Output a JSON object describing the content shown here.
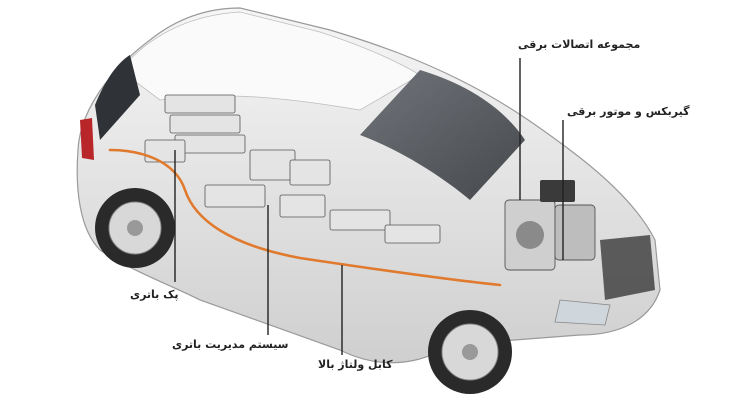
{
  "labels": {
    "electrical_connections": "مجموعه اتصالات برقی",
    "gearbox_motor": "گیربکس و موتور برقی",
    "battery_pack": "پک باتری",
    "battery_management": "سیستم مدیریت باتری",
    "high_voltage_cable": "کابل ولتاژ بالا"
  },
  "colors": {
    "cable": "#e07a2e",
    "leader": "#222222",
    "body": "#e9e9e9"
  }
}
